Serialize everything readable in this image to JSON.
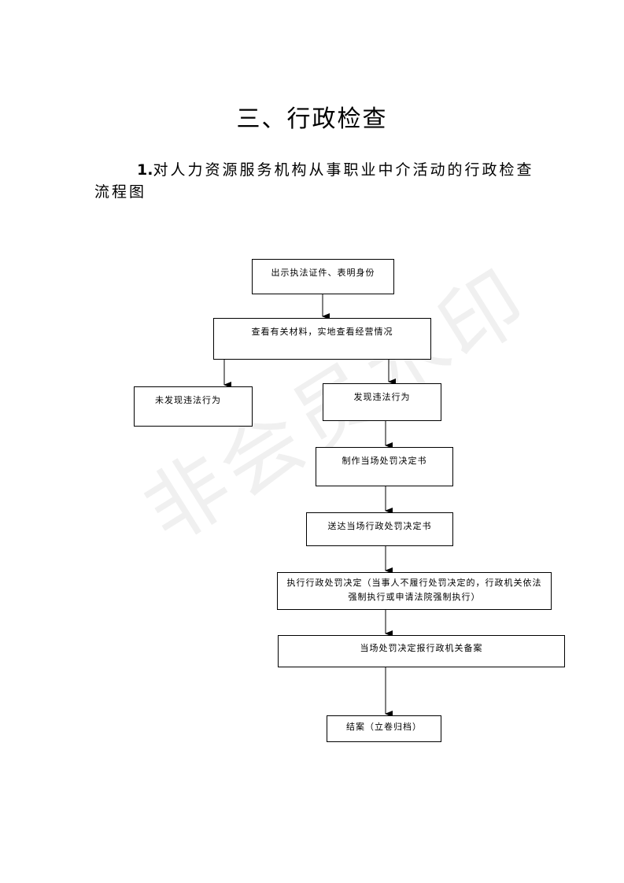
{
  "title": "三、行政检查",
  "subtitle_num": "1.",
  "subtitle_text": "对人力资源服务机构从事职业中介活动的行政检查流程图",
  "watermark": "非会员水印",
  "steps": {
    "show_id": "出示执法证件、表明身份",
    "inspect": "查看有关材料，实地查看经营情况",
    "no_violation": "未发现违法行为",
    "violation": "发现违法行为",
    "make_decision": "制作当场处罚决定书",
    "deliver": "送达当场行政处罚决定书",
    "execute": "执行行政处罚决定（当事人不履行处罚决定的，行政机关依法强制执行或申请法院强制执行）",
    "file_report": "当场处罚决定报行政机关备案",
    "close": "结案（立卷归档）"
  }
}
